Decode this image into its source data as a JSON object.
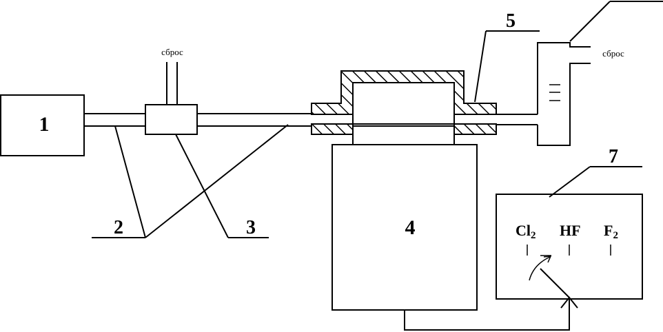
{
  "labels": {
    "block1": "1",
    "label2": "2",
    "label3": "3",
    "block4": "4",
    "label5": "5",
    "label7": "7",
    "vent_left": "сброс",
    "vent_right": "сброс"
  },
  "indicator": {
    "gas1_main": "Cl",
    "gas1_sub": "2",
    "gas2": "HF",
    "gas3_main": "F",
    "gas3_sub": "2"
  },
  "colors": {
    "stroke": "#000000",
    "background": "#ffffff"
  }
}
